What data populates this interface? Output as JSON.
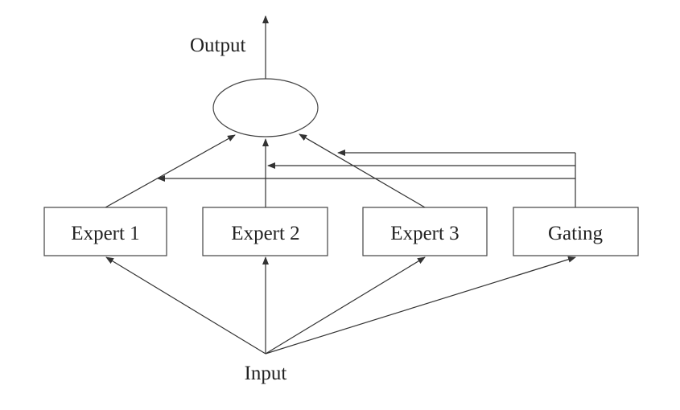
{
  "diagram": {
    "output_label": "Output",
    "input_label": "Input",
    "experts": [
      {
        "label": "Expert 1"
      },
      {
        "label": "Expert 2"
      },
      {
        "label": "Expert 3"
      }
    ],
    "gating_label": "Gating",
    "colors": {
      "line": "#333333",
      "box_border": "#444444",
      "text": "#222222",
      "background": "#ffffff"
    }
  }
}
